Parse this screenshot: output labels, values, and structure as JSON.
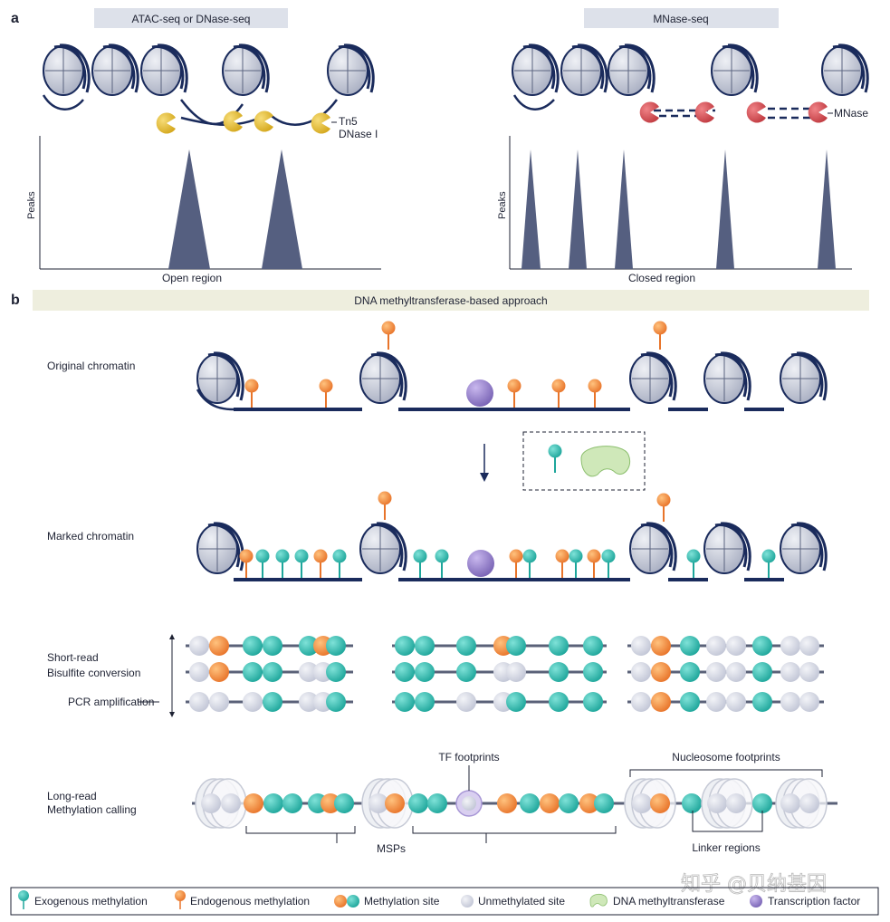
{
  "panel_a": {
    "label": "a",
    "left_header": "ATAC-seq or DNase-seq",
    "right_header": "MNase-seq",
    "enzyme_left_1": "Tn5",
    "enzyme_left_2": "DNase I",
    "enzyme_right": "MNase",
    "ylabel_left": "Peaks",
    "ylabel_right": "Peaks",
    "xlabel_left": "Open region",
    "xlabel_right": "Closed region"
  },
  "panel_b": {
    "label": "b",
    "header": "DNA methyltransferase-based approach",
    "row_original": "Original chromatin",
    "row_marked": "Marked chromatin",
    "short_read_1": "Short-read",
    "short_read_2": "Bisulfite conversion",
    "pcr": "PCR amplification",
    "long_read_1": "Long-read",
    "long_read_2": "Methylation calling",
    "tf_footprints": "TF footprints",
    "nucleosome_footprints": "Nucleosome footprints",
    "msps": "MSPs",
    "linker_regions": "Linker regions"
  },
  "legend": {
    "exogenous": "Exogenous methylation",
    "endogenous": "Endogenous methylation",
    "methylation_site": "Methylation site",
    "unmethylated_site": "Unmethylated site",
    "dna_mtase": "DNA methyltransferase",
    "tf": "Transcription factor"
  },
  "watermark": "知乎 @贝纳基因",
  "colors": {
    "orange": "#f08a3a",
    "teal": "#2ebdb0",
    "grey_site": "#d3d6e2",
    "purple": "#9a86cc",
    "navy": "#1a2b5c",
    "peak": "#555f80",
    "tn5_yellow": "#e8c242",
    "mnase_red": "#d65358",
    "header_bg": "#dde1ea",
    "header_b_bg": "#eeeede",
    "mtase_green": "#cfe8b9"
  }
}
